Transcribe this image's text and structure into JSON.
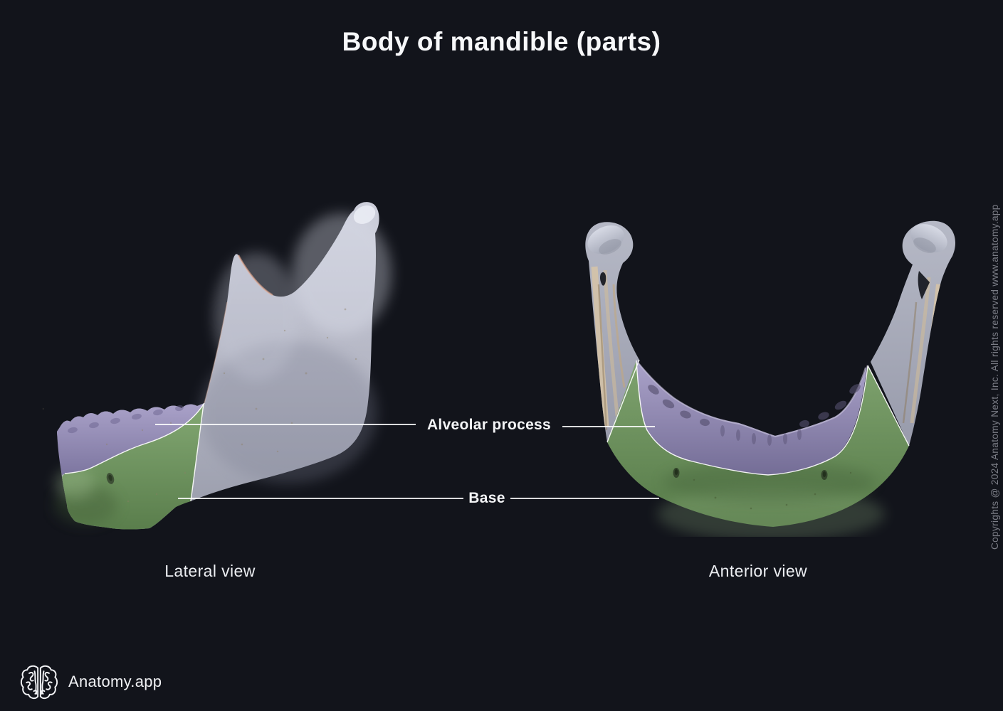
{
  "title": "Body of mandible (parts)",
  "annotations": {
    "alveolar_process": "Alveolar process",
    "base": "Base"
  },
  "captions": {
    "lateral": "Lateral view",
    "anterior": "Anterior view"
  },
  "watermark": "Copyrights @ 2024 Anatomy Next, Inc. All rights reserved www.anatomy.app",
  "brand": "Anatomy.app",
  "structures": [
    {
      "name": "Alveolar process",
      "highlight_color": "#8d87a8"
    },
    {
      "name": "Base",
      "highlight_color": "#6f9361"
    }
  ],
  "colors": {
    "background": "#12141b",
    "bone": "#b7b9c6",
    "alveolar_highlight": "#8d87a8",
    "base_highlight": "#6f9361",
    "leader_line": "#ffffff",
    "watermark_text": "#7b7d86"
  }
}
